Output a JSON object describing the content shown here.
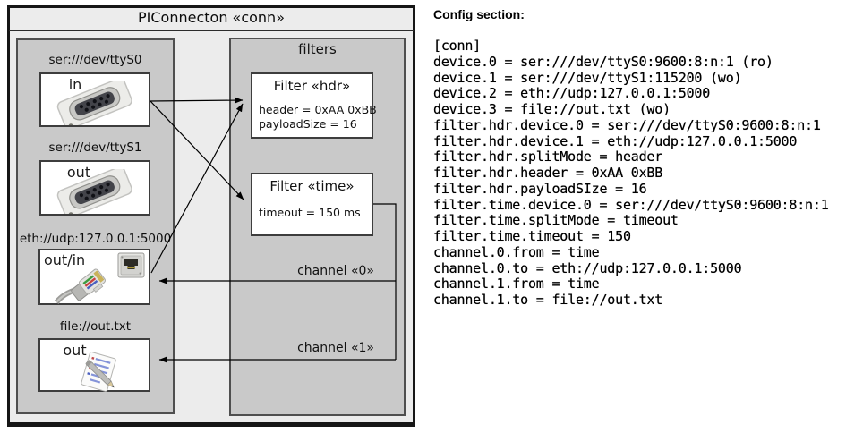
{
  "diagram": {
    "title": "PIConnecton «conn»",
    "devices": [
      {
        "label": "ser:///dev/ttyS0",
        "direction": "in",
        "icon": "serial-connector-photo"
      },
      {
        "label": "ser:///dev/ttyS1",
        "direction": "out",
        "icon": "serial-connector-photo"
      },
      {
        "label": "eth://udp:127.0.0.1:5000",
        "direction": "out/in",
        "icon": "ethernet-plug-photo"
      },
      {
        "label": "file://out.txt",
        "direction": "out",
        "icon": "notes-icon"
      }
    ],
    "filters_panel": {
      "title": "filters",
      "filters": [
        {
          "title": "Filter «hdr»",
          "lines": [
            "header = 0xAA 0xBB",
            "payloadSize = 16"
          ]
        },
        {
          "title": "Filter «time»",
          "lines": [
            "timeout = 150 ms"
          ]
        }
      ],
      "channels": [
        {
          "label": "channel «0»"
        },
        {
          "label": "channel «1»"
        }
      ]
    },
    "colors": {
      "outer_bg": "#ececec",
      "panel_bg": "#c9c9c9",
      "box_bg": "#ffffff",
      "line": "#000000"
    }
  },
  "config": {
    "heading": "Config section:",
    "lines": [
      "[conn]",
      "device.0 = ser:///dev/ttyS0:9600:8:n:1 (ro)",
      "device.1 = ser:///dev/ttyS1:115200 (wo)",
      "device.2 = eth://udp:127.0.0.1:5000",
      "device.3 = file://out.txt (wo)",
      "filter.hdr.device.0 = ser:///dev/ttyS0:9600:8:n:1",
      "filter.hdr.device.1 = eth://udp:127.0.0.1:5000",
      "filter.hdr.splitMode = header",
      "filter.hdr.header = 0xAA 0xBB",
      "filter.hdr.payloadSIze = 16",
      "filter.time.device.0 = ser:///dev/ttyS0:9600:8:n:1",
      "filter.time.splitMode = timeout",
      "filter.time.timeout = 150",
      "channel.0.from = time",
      "channel.0.to = eth://udp:127.0.0.1:5000",
      "channel.1.from = time",
      "channel.1.to = file://out.txt"
    ]
  }
}
